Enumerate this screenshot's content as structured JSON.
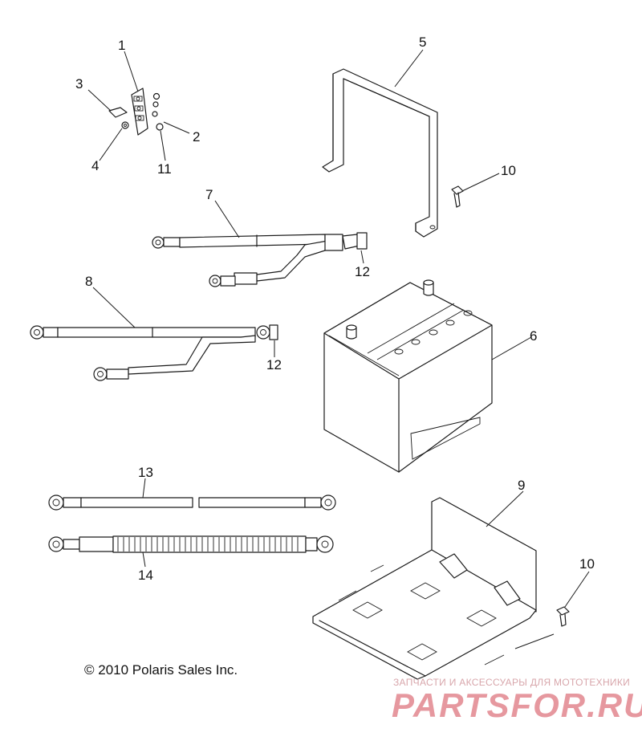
{
  "callouts": {
    "c1": "1",
    "c2": "2",
    "c3": "3",
    "c4": "4",
    "c5": "5",
    "c6": "6",
    "c7": "7",
    "c8": "8",
    "c9": "9",
    "c10a": "10",
    "c10b": "10",
    "c11": "11",
    "c12a": "12",
    "c12b": "12",
    "c13": "13",
    "c14": "14"
  },
  "copyright": "© 2010 Polaris Sales Inc.",
  "watermark": {
    "tagline": "ЗАПЧАСТИ И АКСЕССУАРЫ ДЛЯ МОТОТЕХНИКИ",
    "logo": "PARTSFOR.RU"
  }
}
